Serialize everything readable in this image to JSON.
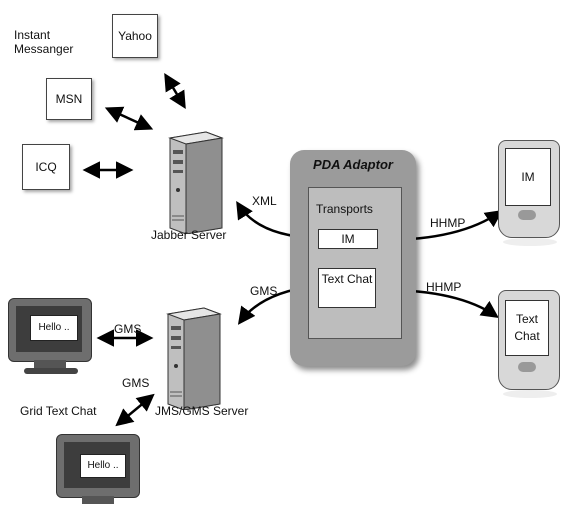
{
  "im_group_label": "Instant Messanger",
  "services": {
    "yahoo": "Yahoo",
    "msn": "MSN",
    "icq": "ICQ"
  },
  "servers": {
    "jabber": "Jabber Server",
    "jms": "JMS/GMS Server"
  },
  "clients": {
    "grid_text_chat": "Grid Text Chat",
    "screen_text_1": "Hello ..",
    "screen_text_2": "Hello .."
  },
  "adaptor": {
    "title": "PDA Adaptor",
    "transports": "Transports",
    "im": "IM",
    "text_chat": "Text Chat"
  },
  "links": {
    "xml": "XML",
    "gms_adaptor": "GMS",
    "gms_monitor": "GMS",
    "gms_lower": "GMS",
    "hhmp_im": "HHMP",
    "hhmp_chat": "HHMP"
  },
  "pdas": {
    "im": "IM",
    "text_chat": "Text Chat"
  },
  "colors": {
    "adaptor_outer": "#9b9b9b",
    "adaptor_inner": "#bdbdbd",
    "device_body": "#d8d8d8",
    "device_dark": "#6e6e6e"
  },
  "icons": [
    "server-icon",
    "monitor-icon",
    "pda-icon",
    "double-arrow-icon"
  ]
}
